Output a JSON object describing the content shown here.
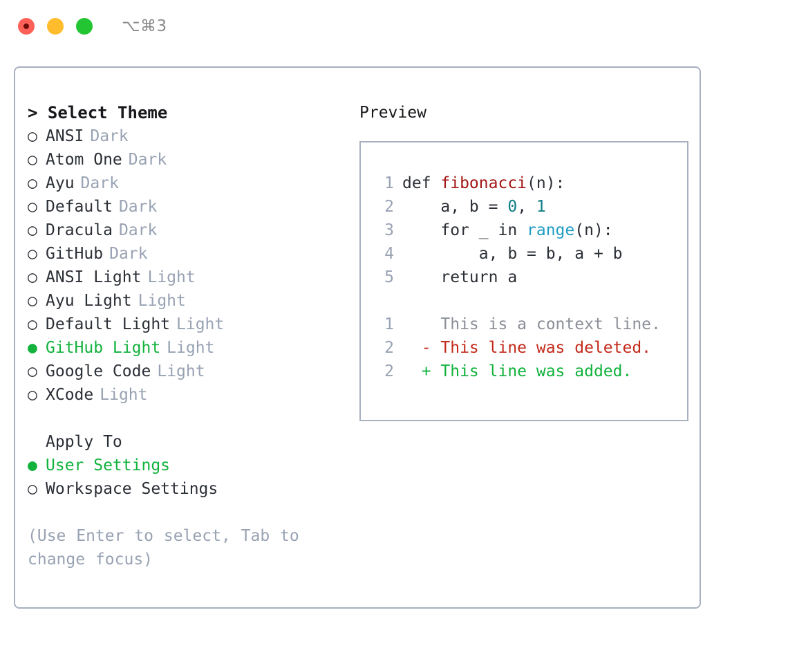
{
  "window": {
    "shortcut": "⌥⌘3",
    "traffic_lights": [
      {
        "name": "close",
        "color": "#ff6159"
      },
      {
        "name": "minimize",
        "color": "#ffbd2e"
      },
      {
        "name": "maximize",
        "color": "#23c533"
      }
    ]
  },
  "colors": {
    "accent_green": "#12b23c",
    "muted": "#98a2b3",
    "text": "#2b2f36",
    "border": "#a7b0bf",
    "diff_add": "#12b23c",
    "diff_del": "#c42b1c",
    "diff_ctx": "#8b8f98",
    "tok_func": "#a31515",
    "tok_call": "#1f9cc4",
    "tok_num": "#0e7c86"
  },
  "theme_picker": {
    "heading": "> Select Theme",
    "bullet_selected": "●",
    "bullet_unselected": "○",
    "items": [
      {
        "label": "ANSI",
        "tag": "Dark",
        "selected": false
      },
      {
        "label": "Atom One",
        "tag": "Dark",
        "selected": false
      },
      {
        "label": "Ayu",
        "tag": "Dark",
        "selected": false
      },
      {
        "label": "Default",
        "tag": "Dark",
        "selected": false
      },
      {
        "label": "Dracula",
        "tag": "Dark",
        "selected": false
      },
      {
        "label": "GitHub",
        "tag": "Dark",
        "selected": false
      },
      {
        "label": "ANSI Light",
        "tag": "Light",
        "selected": false
      },
      {
        "label": "Ayu Light",
        "tag": "Light",
        "selected": false
      },
      {
        "label": "Default Light",
        "tag": "Light",
        "selected": false
      },
      {
        "label": "GitHub Light",
        "tag": "Light",
        "selected": true
      },
      {
        "label": "Google Code",
        "tag": "Light",
        "selected": false
      },
      {
        "label": "XCode",
        "tag": "Light",
        "selected": false
      }
    ]
  },
  "apply_to": {
    "heading": "Apply To",
    "items": [
      {
        "label": "User Settings",
        "selected": true
      },
      {
        "label": "Workspace Settings",
        "selected": false
      }
    ]
  },
  "hint": "(Use Enter to select, Tab to change focus)",
  "preview": {
    "heading": "Preview",
    "code_lines": [
      {
        "number": "1",
        "parts": [
          {
            "text": "def ",
            "kind": "plain"
          },
          {
            "text": "fibonacci",
            "kind": "func"
          },
          {
            "text": "(n):",
            "kind": "plain"
          }
        ]
      },
      {
        "number": "2",
        "parts": [
          {
            "text": "    a, b = ",
            "kind": "plain"
          },
          {
            "text": "0",
            "kind": "num"
          },
          {
            "text": ", ",
            "kind": "plain"
          },
          {
            "text": "1",
            "kind": "num"
          }
        ]
      },
      {
        "number": "3",
        "parts": [
          {
            "text": "    for _ in ",
            "kind": "plain"
          },
          {
            "text": "range",
            "kind": "call"
          },
          {
            "text": "(n):",
            "kind": "plain"
          }
        ]
      },
      {
        "number": "4",
        "parts": [
          {
            "text": "        a, b = b, a + b",
            "kind": "plain"
          }
        ]
      },
      {
        "number": "5",
        "parts": [
          {
            "text": "    return a",
            "kind": "plain"
          }
        ]
      }
    ],
    "diff_lines": [
      {
        "number": "1",
        "marker": " ",
        "text": "This is a context line.",
        "kind": "ctx"
      },
      {
        "number": "2",
        "marker": "-",
        "text": "This line was deleted.",
        "kind": "del"
      },
      {
        "number": "2",
        "marker": "+",
        "text": "This line was added.",
        "kind": "add"
      }
    ]
  }
}
